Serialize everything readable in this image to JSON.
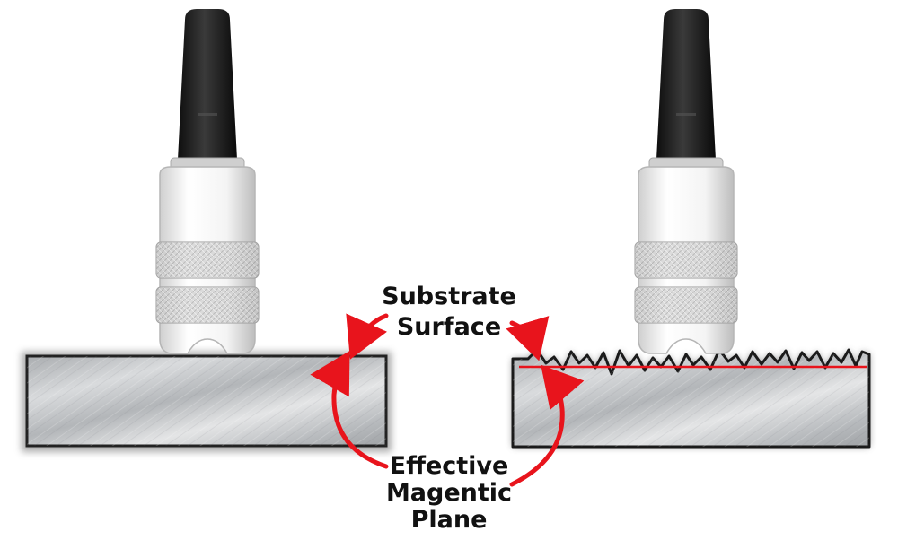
{
  "labels": {
    "substrate_line1": "Substrate",
    "substrate_line2": "Surface",
    "plane_line1": "Effective",
    "plane_line2": "Magentic",
    "plane_line3": "Plane"
  },
  "colors": {
    "arrow": "#e8141c",
    "probe_tip": "#1c1c1c",
    "probe_body": "#f2f2f2",
    "metal": "#c4c6c8",
    "outline": "#222222"
  },
  "icons": {
    "probe_left": "gauge-probe-icon",
    "probe_right": "gauge-probe-icon"
  }
}
